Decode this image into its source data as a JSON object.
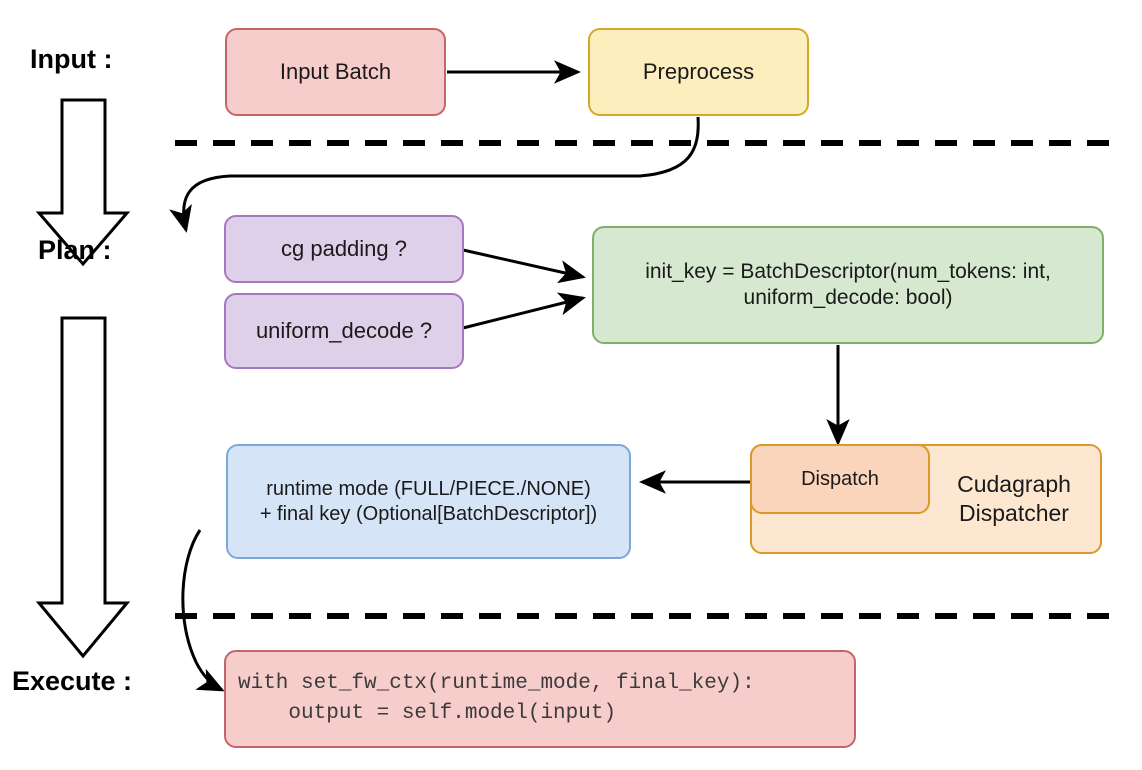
{
  "diagram": {
    "title_hidden": "",
    "stages": [
      {
        "id": "input",
        "label": "Input :"
      },
      {
        "id": "plan",
        "label": "Plan :"
      },
      {
        "id": "execute",
        "label": "Execute :"
      }
    ],
    "nodes": {
      "input_batch": {
        "label": "Input Batch",
        "color": "#f7cdcb",
        "border": "#c1666a"
      },
      "preprocess": {
        "label": "Preprocess",
        "color": "#fdeebd",
        "border": "#d4a72c"
      },
      "cg_padding": {
        "label": "cg padding ?",
        "color": "#ded0e8",
        "border": "#a479c0"
      },
      "uniform_decode": {
        "label": "uniform_decode ?",
        "color": "#ded0e8",
        "border": "#a479c0"
      },
      "init_key": {
        "line1": "init_key = BatchDescriptor(num_tokens: int,",
        "line2": "uniform_decode: bool)",
        "color": "#d6e8d0",
        "border": "#7fb069"
      },
      "runtime_mode": {
        "line1": "runtime mode (FULL/PIECE./NONE)",
        "line2": "+ final key (Optional[BatchDescriptor])",
        "color": "#d6e4f7",
        "border": "#7ba7d9"
      },
      "cudagraph_dispatcher": {
        "line1": "Cudagraph",
        "line2": "Dispatcher",
        "color": "#fde7d0",
        "border": "#d99a28"
      },
      "dispatch": {
        "label": "Dispatch",
        "color": "#fbd5bb",
        "border": "#d99a28"
      },
      "execute_code": {
        "line1": "with set_fw_ctx(runtime_mode, final_key):",
        "line2": "    output = self.model(input)",
        "color": "#f7cdcb",
        "border": "#c1666a"
      }
    },
    "separators": [
      {
        "id": "input-plan-divider",
        "style": "dashed"
      },
      {
        "id": "plan-execute-divider",
        "style": "dashed"
      }
    ],
    "flow_arrows": [
      {
        "id": "input-batch-to-preprocess",
        "from": "input_batch",
        "to": "preprocess"
      },
      {
        "id": "preprocess-to-cg-padding",
        "from": "preprocess",
        "to": "cg_padding"
      },
      {
        "id": "cg-padding-to-init-key",
        "from": "cg_padding",
        "to": "init_key"
      },
      {
        "id": "uniform-decode-to-init-key",
        "from": "uniform_decode",
        "to": "init_key"
      },
      {
        "id": "init-key-to-dispatch",
        "from": "init_key",
        "to": "dispatch"
      },
      {
        "id": "dispatch-to-runtime-mode",
        "from": "dispatch",
        "to": "runtime_mode"
      },
      {
        "id": "runtime-mode-to-execute-code",
        "from": "runtime_mode",
        "to": "execute_code"
      }
    ],
    "stage_arrows": [
      {
        "id": "input-to-plan-block-arrow"
      },
      {
        "id": "plan-to-execute-block-arrow"
      }
    ],
    "colors": {
      "stroke": "#000000",
      "background": "#ffffff",
      "text": "#1a1a1a"
    }
  }
}
